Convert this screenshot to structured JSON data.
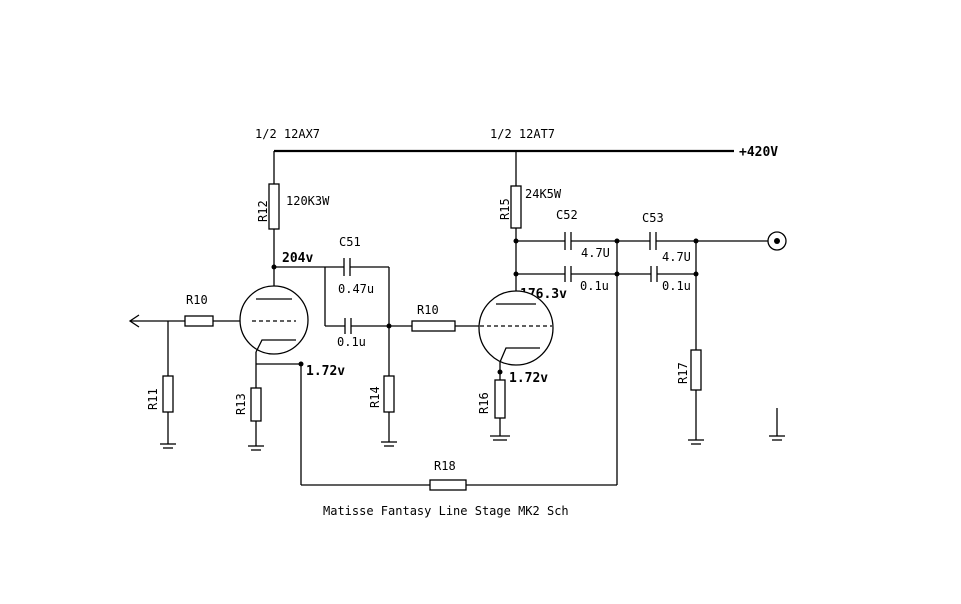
{
  "title": "Matisse Fantasy Line Stage MK2 Sch",
  "supply_voltage": "+420V",
  "tubes": [
    {
      "label": "1/2 12AX7",
      "plate_voltage": "204v",
      "cathode_voltage": "1.72v"
    },
    {
      "label": "1/2 12AT7",
      "plate_voltage": "176.3v",
      "cathode_voltage": "1.72v"
    }
  ],
  "resistors": {
    "r10_in": "R10",
    "r11": "R11",
    "r12": "R12",
    "r12_value": "120K3W",
    "r13": "R13",
    "r10_mid": "R10",
    "r14": "R14",
    "r15": "R15",
    "r15_value": "24K5W",
    "r16": "R16",
    "r17": "R17",
    "r18": "R18"
  },
  "capacitors": {
    "c51": "C51",
    "c51_value_a": "0.47u",
    "c51_value_b": "0.1u",
    "c52": "C52",
    "c52_value_a": "4.7U",
    "c52_value_b": "0.1u",
    "c53": "C53",
    "c53_value_a": "4.7U",
    "c53_value_b": "0.1u"
  }
}
